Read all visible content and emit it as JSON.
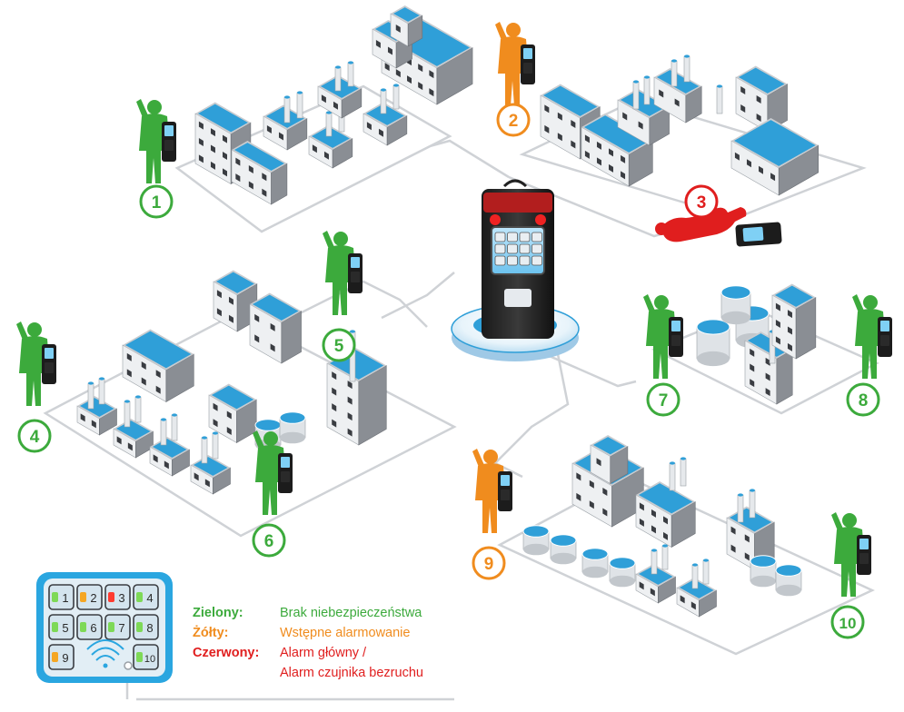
{
  "colors": {
    "green": "#3caa3c",
    "orange": "#f08c1e",
    "red": "#e01e1e",
    "roof_blue": "#2f9fd8",
    "wall_light": "#eef0f2",
    "wall_mid": "#c9ccd0",
    "wall_dark": "#8a8e94",
    "plot_line": "#cfd2d6"
  },
  "workers": [
    {
      "number": "1",
      "status": "green"
    },
    {
      "number": "2",
      "status": "orange"
    },
    {
      "number": "3",
      "status": "red"
    },
    {
      "number": "4",
      "status": "green"
    },
    {
      "number": "5",
      "status": "green"
    },
    {
      "number": "6",
      "status": "green"
    },
    {
      "number": "7",
      "status": "green"
    },
    {
      "number": "8",
      "status": "green"
    },
    {
      "number": "9",
      "status": "orange"
    },
    {
      "number": "10",
      "status": "green"
    }
  ],
  "panel_keys": [
    "1",
    "2",
    "3",
    "4",
    "5",
    "6",
    "7",
    "8",
    "9",
    "10"
  ],
  "legend": {
    "green_key": "Zielony:",
    "green_value": "Brak niebezpieczeństwa",
    "yellow_key": "Żółty:",
    "yellow_value": "Wstępne alarmowanie",
    "red_key": "Czerwony:",
    "red_value_line1": "Alarm główny /",
    "red_value_line2": "Alarm czujnika bezruchu"
  },
  "icons": {
    "central_device": "gas-detector-base-station-icon",
    "worker": "worker-with-detector-icon",
    "fallen_worker": "fallen-worker-icon",
    "wireless": "wifi-icon"
  }
}
